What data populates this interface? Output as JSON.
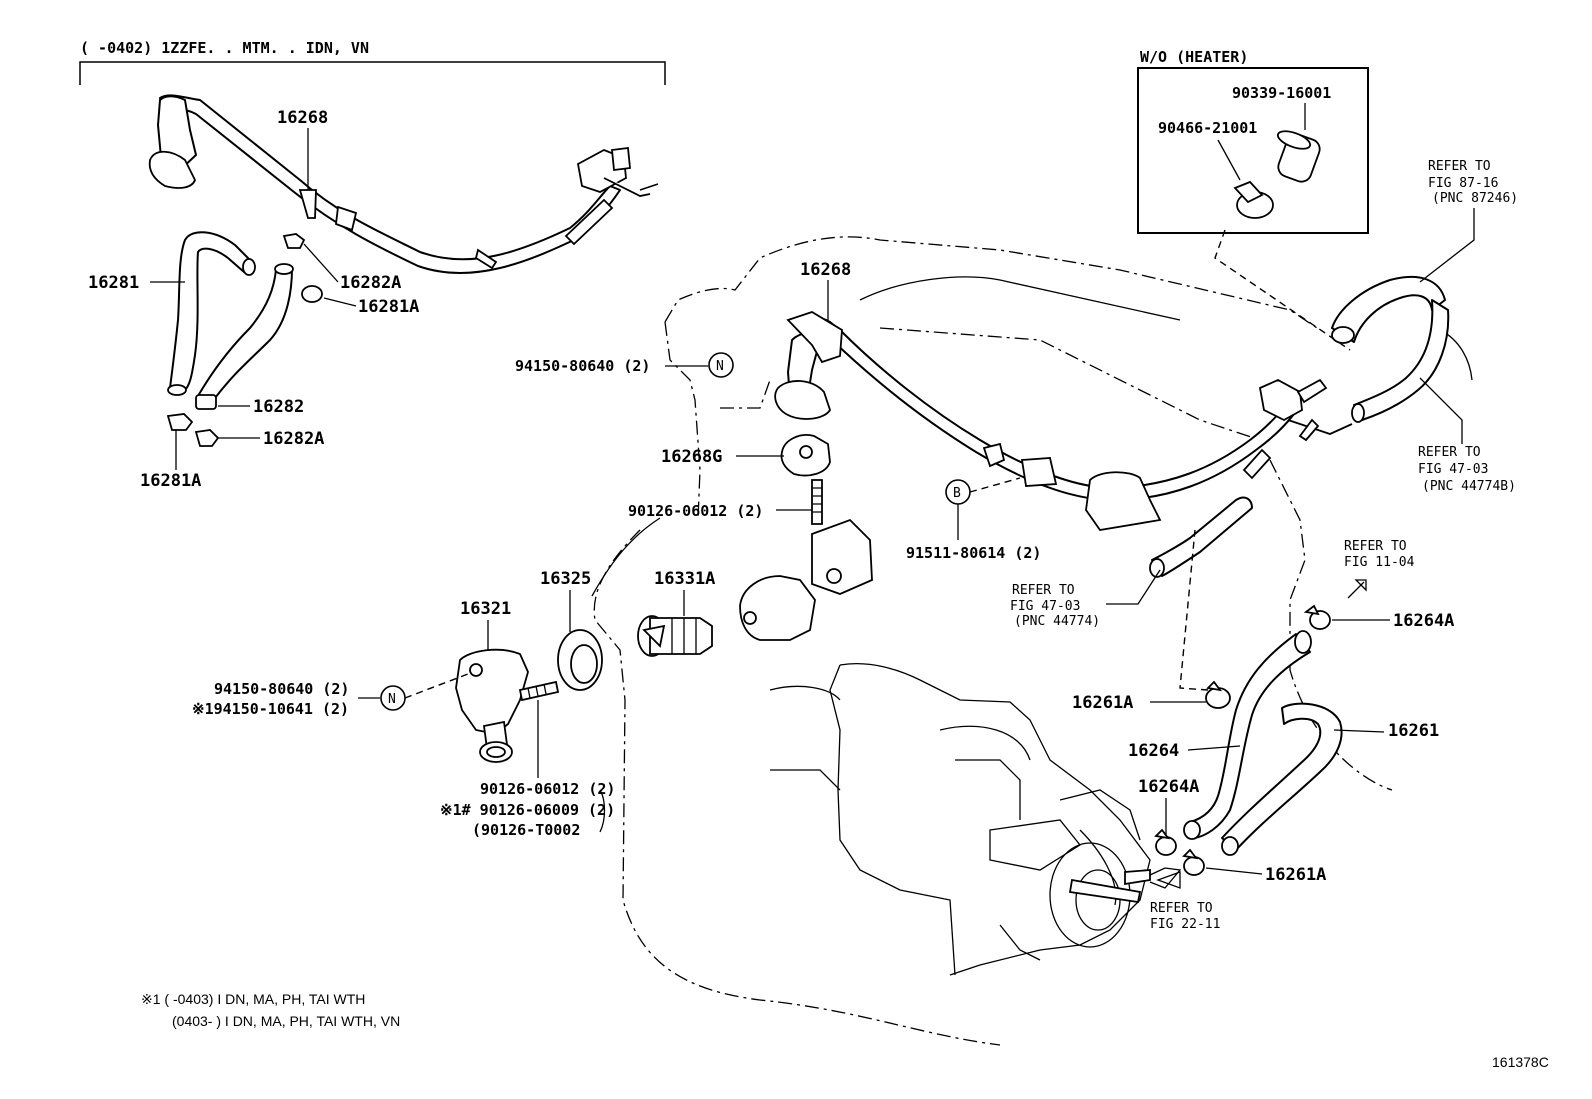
{
  "header_top_left": "(      -0402) 1ZZFE. . MTM. . IDN, VN",
  "inset": {
    "title": "W/O (HEATER)",
    "part_a": "90339-16001",
    "part_b": "90466-21001"
  },
  "left_group": {
    "pipe": "16268",
    "hose_left": "16281",
    "clip_top": "16282A",
    "clip_top2": "16281A",
    "hose_right": "16282",
    "clip_bottom": "16282A",
    "clip_bottom2": "16281A"
  },
  "main": {
    "pipe": "16268",
    "bolt_n_top": "94150-80640 (2)",
    "gasket": "16268G",
    "stud_top": "90126-06012 (2)",
    "bolt_b": "91511-80614 (2)",
    "gasket2": "16325",
    "thermostat": "16331A",
    "inlet": "16321",
    "bolt_n_left": "94150-80640 (2)",
    "bolt_n_left_alt": "※194150-10641 (2)",
    "stud_low": "90126-06012 (2)",
    "stud_low_alt": "※1# 90126-06009 (2)",
    "stud_low_alt2": "(90126-T0002",
    "clamp_a": "16264A",
    "clamp_b": "16261A",
    "hose_a": "16264",
    "hose_b": "16261",
    "clamp_c": "16264A",
    "clamp_d": "16261A"
  },
  "refs": {
    "ref1": [
      "REFER TO",
      "FIG 87-16",
      "(PNC 87246)"
    ],
    "ref2": [
      "REFER TO",
      "FIG 47-03",
      "(PNC 44774B)"
    ],
    "ref3": [
      "REFER TO",
      "FIG 11-04"
    ],
    "ref4": [
      "REFER TO",
      "FIG 47-03",
      "(PNC 44774)"
    ],
    "ref5": [
      "REFER TO",
      "FIG 22-11"
    ]
  },
  "callout_n": "N",
  "callout_b": "B",
  "footnote_line1": "※1 (       -0403) I DN, MA, PH, TAI WTH",
  "footnote_line2": "(0403-         ) I DN, MA, PH, TAI WTH, VN",
  "figure_code": "161378C"
}
